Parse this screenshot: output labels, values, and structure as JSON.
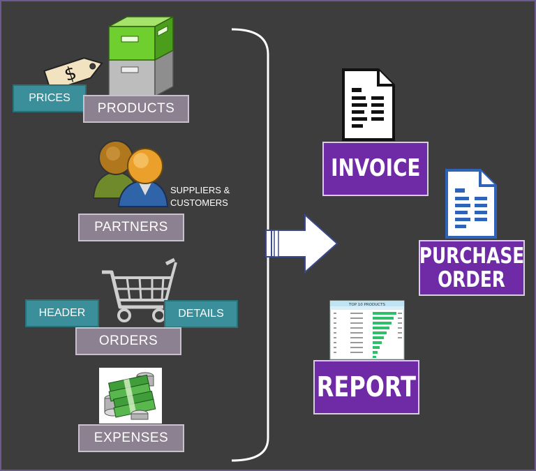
{
  "inputs": {
    "products": {
      "label": "PRODUCTS",
      "prices_tag": "PRICES",
      "icon": "box-stack-icon",
      "price_icon": "price-tag-icon"
    },
    "partners": {
      "label": "PARTNERS",
      "caption_line1": "SUPPLIERS &",
      "caption_line2": "CUSTOMERS",
      "icon": "people-icon"
    },
    "orders": {
      "label": "ORDERS",
      "header_tag": "HEADER",
      "details_tag": "DETAILS",
      "icon": "shopping-cart-icon"
    },
    "expenses": {
      "label": "EXPENSES",
      "icon": "money-stack-icon"
    }
  },
  "outputs": {
    "invoice": {
      "label": "INVOICE",
      "icon": "document-icon"
    },
    "purchase_order": {
      "label_line1": "PURCHASE",
      "label_line2": "ORDER",
      "icon": "document-blue-icon"
    },
    "report": {
      "label": "REPORT",
      "thumbnail_title": "TOP 10 PRODUCTS",
      "icon": "report-thumbnail-icon"
    }
  },
  "colors": {
    "background": "#3d3d3d",
    "grey_label": "#8c8191",
    "teal_label": "#3a8f9a",
    "purple_label": "#6f2aa5"
  }
}
